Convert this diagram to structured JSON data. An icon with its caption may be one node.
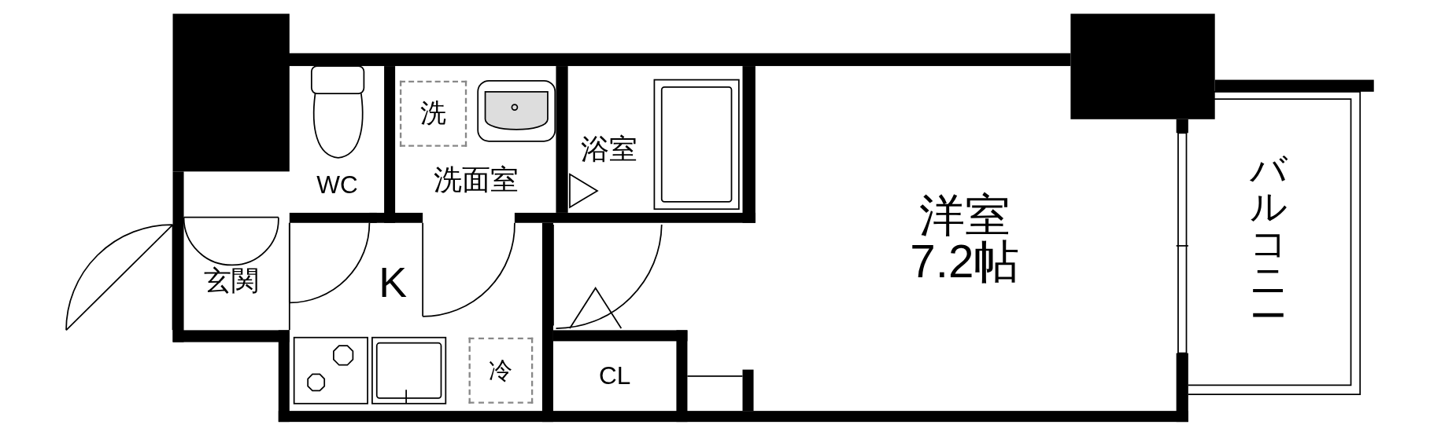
{
  "diagram": {
    "nodes": [
      {
        "text": [
          "WC"
        ]
      },
      {
        "text": [
          "洗"
        ]
      },
      {
        "text": [
          "洗面室"
        ]
      },
      {
        "text": [
          "浴室"
        ]
      },
      {
        "text": [
          "洋室",
          "7.2帖"
        ]
      },
      {
        "text": [
          "バルコニー"
        ]
      },
      {
        "text": [
          "玄関"
        ]
      },
      {
        "text": [
          "K"
        ]
      },
      {
        "text": [
          "冷"
        ]
      },
      {
        "text": [
          "CL"
        ]
      }
    ]
  }
}
